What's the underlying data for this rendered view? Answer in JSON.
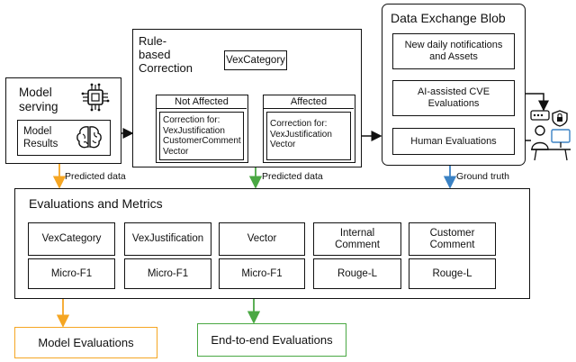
{
  "model_serving": {
    "title_line1": "Model",
    "title_line2": "serving",
    "results_line1": "Model",
    "results_line2": "Results",
    "chip_icon": "ai-chip-icon",
    "brain_icon": "brain-icon"
  },
  "rule_based": {
    "title_line1": "Rule-",
    "title_line2": "based",
    "title_line3": "Correction",
    "root_label": "VexCategory",
    "not_affected": {
      "label": "Not Affected",
      "body_line1": "Correction for:",
      "body_line2": "VexJustification",
      "body_line3": "CustomerComment",
      "body_line4": "Vector"
    },
    "affected": {
      "label": "Affected",
      "body_line1": "Correction for:",
      "body_line2": "VexJustification",
      "body_line3": "Vector"
    }
  },
  "data_exchange": {
    "title": "Data Exchange Blob",
    "item1_line1": "New daily notifications",
    "item1_line2": "and Assets",
    "item2_line1": "AI-assisted CVE",
    "item2_line2": "Evaluations",
    "item3": "Human Evaluations",
    "human_icon": "analyst-at-computer-icon"
  },
  "arrows": {
    "predicted_data_1": "Predicted data",
    "predicted_data_2": "Predicted data",
    "ground_truth": "Ground truth"
  },
  "evaluations": {
    "title": "Evaluations and Metrics",
    "columns": [
      {
        "name_line1": "VexCategory",
        "name_line2": "",
        "metric": "Micro-F1"
      },
      {
        "name_line1": "VexJustification",
        "name_line2": "",
        "metric": "Micro-F1"
      },
      {
        "name_line1": "Vector",
        "name_line2": "",
        "metric": "Micro-F1"
      },
      {
        "name_line1": "Internal",
        "name_line2": "Comment",
        "metric": "Rouge-L"
      },
      {
        "name_line1": "Customer",
        "name_line2": "Comment",
        "metric": "Rouge-L"
      }
    ]
  },
  "outputs": {
    "model_evaluations": "Model Evaluations",
    "end_to_end": "End-to-end Evaluations"
  },
  "colors": {
    "orange": "#f5a623",
    "green": "#4aa843",
    "blue": "#3b82c4",
    "ink": "#111111"
  }
}
